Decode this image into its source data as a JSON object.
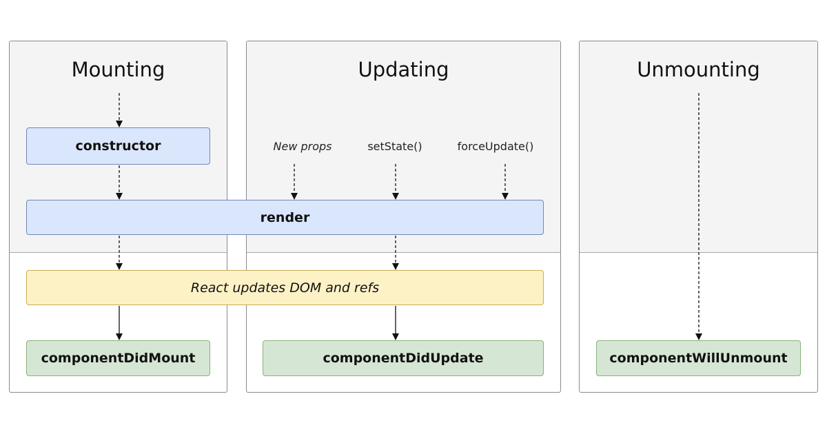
{
  "panels": {
    "mounting": {
      "title": "Mounting"
    },
    "updating": {
      "title": "Updating"
    },
    "unmounting": {
      "title": "Unmounting"
    }
  },
  "boxes": {
    "constructor": "constructor",
    "render": "render",
    "dom_update": "React updates DOM and refs",
    "did_mount": "componentDidMount",
    "did_update": "componentDidUpdate",
    "will_unmount": "componentWillUnmount"
  },
  "triggers": {
    "new_props": "New props",
    "set_state": "setState()",
    "force_update": "forceUpdate()"
  },
  "colors": {
    "phase_fill": "#dae6fb",
    "dom_fill": "#fdf1c6",
    "commit_fill": "#d6e6d4",
    "render_phase_bg": "#f4f4f4"
  }
}
